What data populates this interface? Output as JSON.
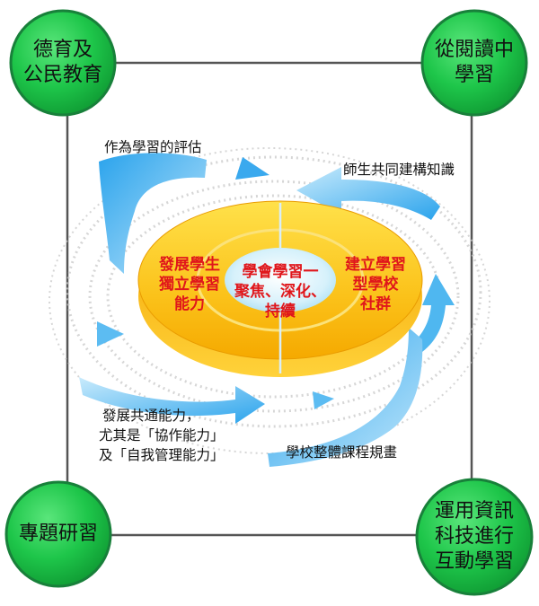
{
  "corners": {
    "top_left": [
      "德育及",
      "公民教育"
    ],
    "top_right": [
      "從閱讀中",
      "學習"
    ],
    "bottom_left": [
      "專題研習"
    ],
    "bottom_right": [
      "運用資訊",
      "科技進行",
      "互動學習"
    ]
  },
  "center": {
    "title": "學會學習一",
    "line2": "聚焦、深化、",
    "line3": "持續"
  },
  "left_sector": [
    "發展學生",
    "獨立學習",
    "能力"
  ],
  "right_sector": [
    "建立學習",
    "型學校",
    "社群"
  ],
  "arrow_labels": {
    "top_left": "作為學習的評估",
    "top_right": "師生共同建構知識",
    "bottom_left": [
      "發展共通能力，",
      "尤其是「協作能力」",
      "及「自我管理能力」"
    ],
    "bottom_right": "學校整體課程規畫"
  },
  "colors": {
    "circle_green": "#1ec64a",
    "gold": "#f6b800",
    "arrow_blue": "#4fb7f0",
    "center_red": "#e0161b"
  }
}
